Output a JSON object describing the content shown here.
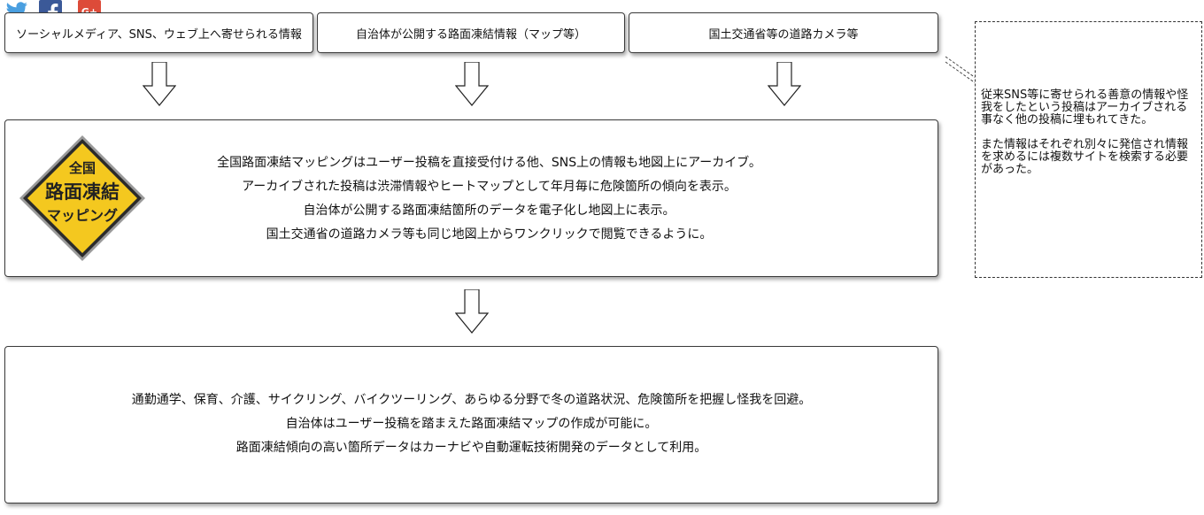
{
  "sources": [
    "ソーシャルメディア、SNS、ウェブ上へ寄せられる情報",
    "自治体が公開する路面凍結情報（マップ等）",
    "国土交通省等の道路カメラ等"
  ],
  "logo": {
    "line1": "全国",
    "line2": "路面凍結",
    "line3": "マッピング"
  },
  "service": {
    "lines": [
      "全国路面凍結マッピングはユーザー投稿を直接受付ける他、SNS上の情報も地図上にアーカイブ。",
      "アーカイブされた投稿は渋滞情報やヒートマップとして年月毎に危険箇所の傾向を表示。",
      "自治体が公開する路面凍結箇所のデータを電子化し地図上に表示。",
      "国土交通省の道路カメラ等も同じ地図上からワンクリックで閲覧できるように。"
    ]
  },
  "benefits": {
    "lines": [
      "通勤通学、保育、介護、サイクリング、バイクツーリング、あらゆる分野で冬の道路状況、危険箇所を把握し怪我を回避。",
      "自治体はユーザー投稿を踏まえた路面凍結マップの作成が可能に。",
      "路面凍結傾向の高い箇所データはカーナビや自動運転技術開発のデータとして利用。"
    ]
  },
  "note": {
    "paragraphs": [
      "従来SNS等に寄せられる善意の情報や怪我をしたという投稿はアーカイブされる事なく他の投稿に埋もれてきた。",
      "また情報はそれぞれ別々に発信され情報を求めるには複数サイトを検索する必要があった。"
    ]
  },
  "share": {
    "google_label": "G+",
    "colors": {
      "twitter": "#4a9fe0",
      "facebook": "#3b5998",
      "google": "#dd4b39"
    }
  },
  "theme": {
    "logo_fill": "#f4c81f",
    "logo_border": "#2b2b2b",
    "logo_outer": "#9a9a9a"
  }
}
